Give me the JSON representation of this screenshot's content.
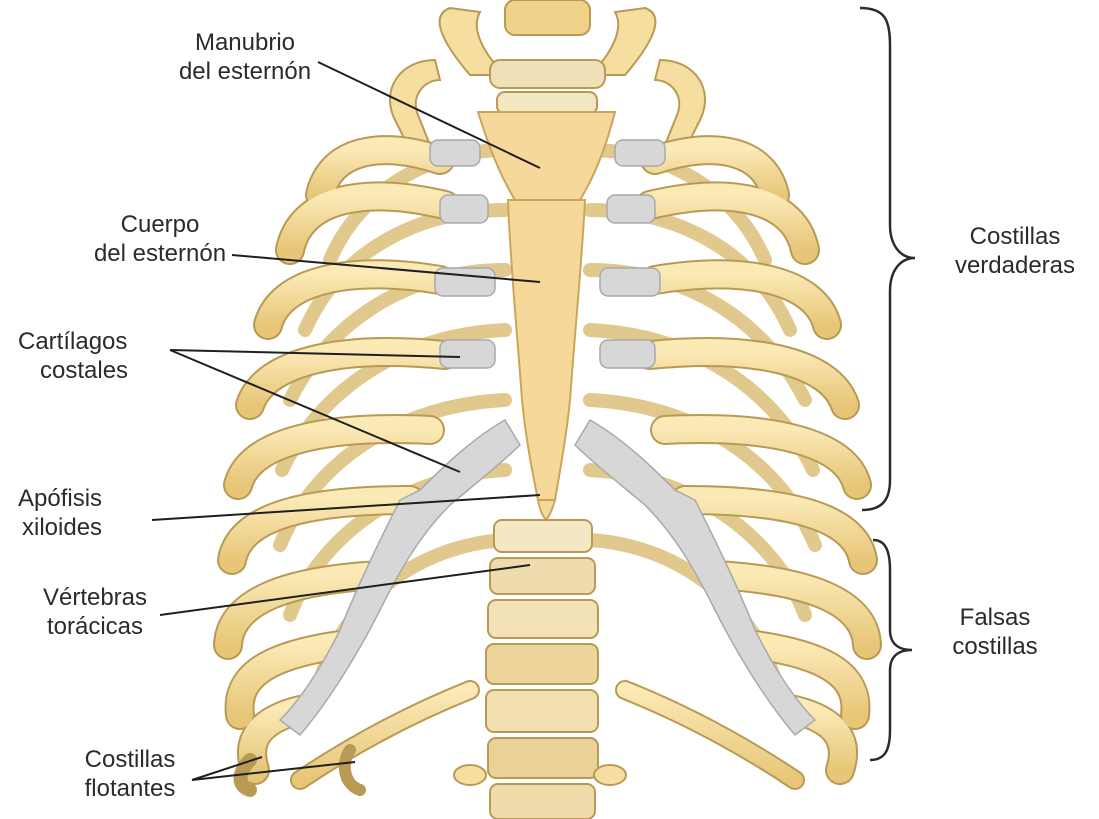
{
  "labels": {
    "manubrio": {
      "line1": "Manubrio",
      "line2": "del esternón"
    },
    "cuerpo": {
      "line1": "Cuerpo",
      "line2": "del esternón"
    },
    "cartilagos": {
      "line1": "Cartílagos",
      "line2": "costales"
    },
    "apofisis": {
      "line1": "Apófisis",
      "line2": "xiloides"
    },
    "vertebras": {
      "line1": "Vértebras",
      "line2": "torácicas"
    },
    "flotantes": {
      "line1": "Costillas",
      "line2": "flotantes"
    },
    "verdaderas": {
      "line1": "Costillas",
      "line2": "verdaderas"
    },
    "falsas": {
      "line1": "Falsas",
      "line2": "costillas"
    }
  },
  "colors": {
    "bone": "#f5dea0",
    "bone_shade": "#d9b866",
    "bone_outline": "#b89a55",
    "cartilage": "#d7d7d7",
    "cartilage_outline": "#a9a9a9",
    "vertebra_light": "#f4e8c4",
    "leader_line": "#1f1f1f",
    "text": "#2b2b2b"
  }
}
